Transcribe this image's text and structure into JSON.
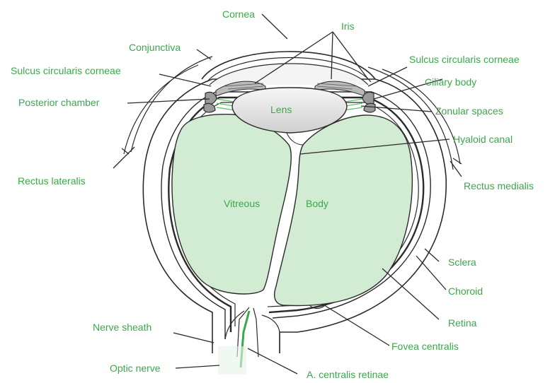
{
  "labels": {
    "cornea": "Cornea",
    "iris": "Iris",
    "conjunctiva": "Conjunctiva",
    "sulcus_left": "Sulcus circularis corneae",
    "sulcus_right": "Sulcus circularis corneae",
    "ciliary_body": "Ciliary body",
    "posterior_chamber": "Posterior chamber",
    "lens": "Lens",
    "zonular_spaces": "Zonular spaces",
    "hyaloid_canal": "Hyaloid canal",
    "rectus_lateralis": "Rectus lateralis",
    "rectus_medialis": "Rectus medialis",
    "vitreous": "Vitreous",
    "body": "Body",
    "sclera": "Sclera",
    "choroid": "Choroid",
    "retina": "Retina",
    "nerve_sheath": "Nerve sheath",
    "fovea_centralis": "Fovea centralis",
    "optic_nerve": "Optic nerve",
    "a_centralis_retinae": "A. centralis retinae"
  },
  "colors": {
    "label_text": "#3aa84a",
    "vitreous_fill": "#d2ebd3",
    "lens_fill": "#e6e6e6",
    "outline": "#2b2b2b"
  }
}
